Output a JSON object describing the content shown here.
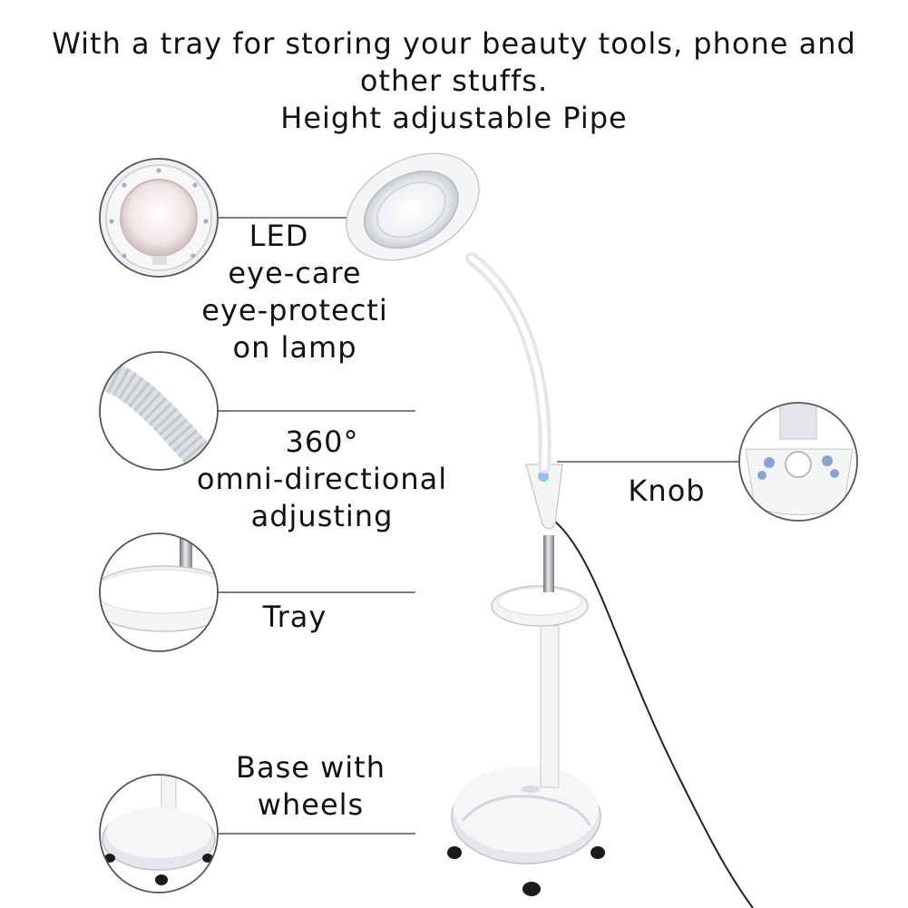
{
  "header": {
    "line1": "With a tray for storing your beauty tools, phone and",
    "line2": "other stuffs.",
    "line3": "Height adjustable Pipe"
  },
  "features": {
    "led": {
      "line1": "LED",
      "line2": "eye-care",
      "line3": "eye-protecti",
      "line4": "on lamp"
    },
    "rotation": {
      "line1": "360°",
      "line2": "omni-directional",
      "line3": "adjusting"
    },
    "tray": {
      "line1": "Tray"
    },
    "base": {
      "line1": "Base with",
      "line2": "wheels"
    },
    "knob": {
      "line1": "Knob"
    }
  },
  "colors": {
    "text": "#111111",
    "product_white": "#f2f3f5",
    "outline": "#444444",
    "cable": "#222222",
    "chrome": "#9a9ea3"
  }
}
